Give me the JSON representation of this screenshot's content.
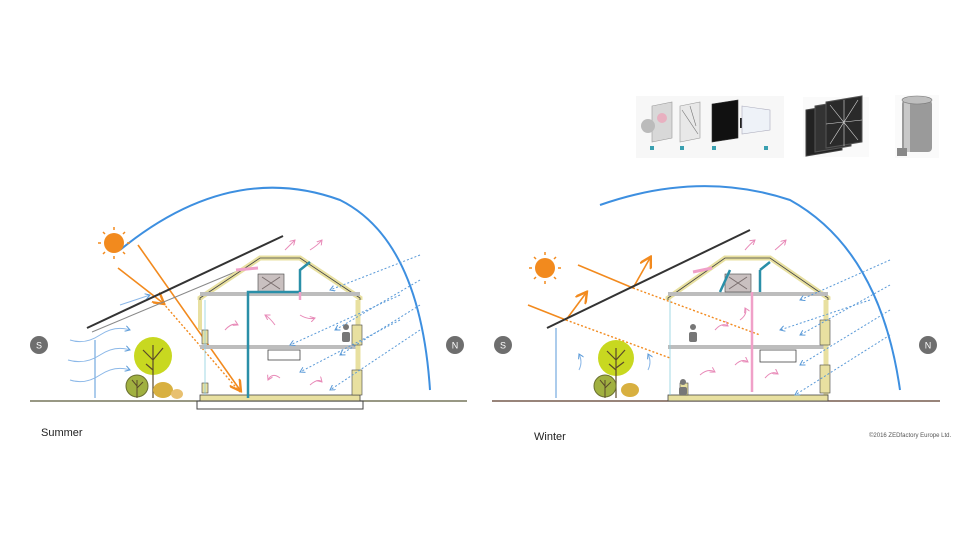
{
  "panels": [
    {
      "season": "Summer",
      "south_label": "S",
      "north_label": "N"
    },
    {
      "season": "Winter",
      "south_label": "S",
      "north_label": "N"
    }
  ],
  "copyright": "©2016 ZEDfactory Europe Ltd.",
  "filter_images": {
    "stages": [
      "",
      "",
      "",
      ""
    ]
  },
  "colors": {
    "sky_arc": "#3d8fe0",
    "sun": "#f28a1e",
    "supply_duct": "#2a8fa8",
    "extract_duct": "#f0a0c8",
    "cold_air": "#5a9ad8",
    "warm_air": "#e88ab8",
    "tree_green": "#c8d820",
    "ground": "#5a5a3a",
    "wall": "#e8e0a0"
  }
}
